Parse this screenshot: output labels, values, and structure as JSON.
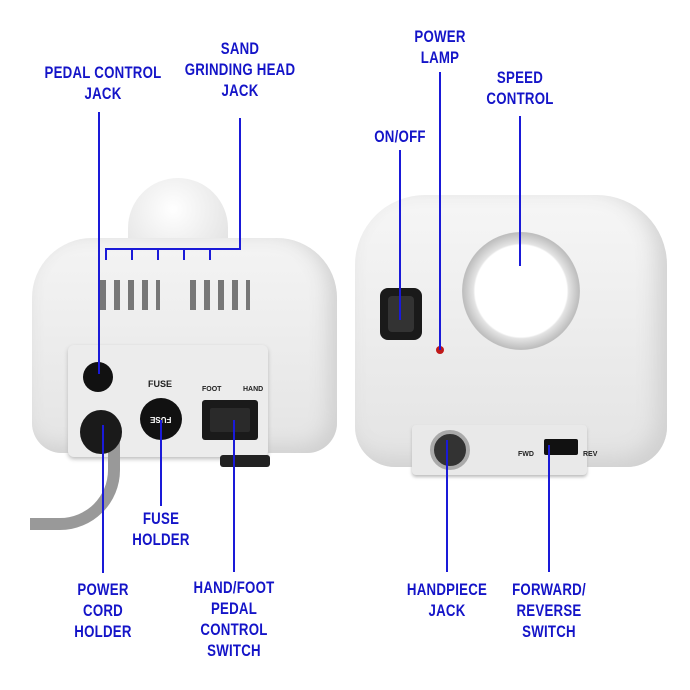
{
  "labels": {
    "pedal_jack": [
      "PEDAL CONTROL",
      "JACK"
    ],
    "sand_jack": [
      "SAND",
      "GRINDING HEAD",
      "JACK"
    ],
    "power_lamp": [
      "POWER",
      "LAMP"
    ],
    "speed_control": [
      "SPEED",
      "CONTROL"
    ],
    "on_off": [
      "ON/OFF"
    ],
    "fuse_holder": [
      "FUSE",
      "HOLDER"
    ],
    "power_cord": [
      "POWER",
      "CORD",
      "HOLDER"
    ],
    "hand_foot": [
      "HAND/FOOT",
      "PEDAL",
      "CONTROL",
      "SWITCH"
    ],
    "handpiece": [
      "HANDPIECE",
      "JACK"
    ],
    "fwd_rev": [
      "FORWARD/",
      "REVERSE",
      "SWITCH"
    ]
  },
  "device_text": {
    "fuse": "FUSE",
    "fuse_cap": "FUSE",
    "foot": "FOOT",
    "hand": "HAND",
    "fwd": "FWD",
    "rev": "REV"
  },
  "colors": {
    "label": "#1414c8",
    "line": "#1a1ad8"
  }
}
